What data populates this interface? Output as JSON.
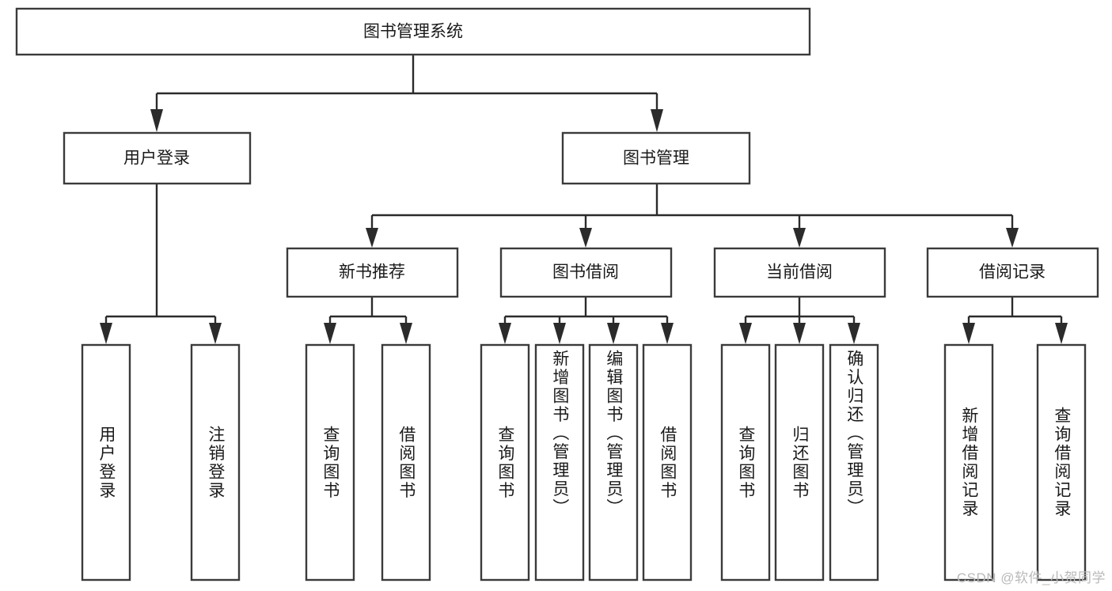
{
  "diagram": {
    "title": "图书管理系统",
    "type": "tree-hierarchy-diagram",
    "colors": {
      "box_stroke": "#3b3b3b",
      "connector": "#2b2b2b",
      "background": "#ffffff",
      "text": "#1a1a1a",
      "watermark": "#b9b9b9"
    },
    "root": {
      "label": "图书管理系统"
    },
    "level2": [
      {
        "label": "用户登录"
      },
      {
        "label": "图书管理"
      }
    ],
    "level3": [
      {
        "label": "新书推荐"
      },
      {
        "label": "图书借阅"
      },
      {
        "label": "当前借阅"
      },
      {
        "label": "借阅记录"
      }
    ],
    "leaves": {
      "user_login": [
        {
          "label": "用户登录"
        },
        {
          "label": "注销登录"
        }
      ],
      "new_book_recommend": [
        {
          "label": "查询图书"
        },
        {
          "label": "借阅图书"
        }
      ],
      "book_borrow": [
        {
          "label": "查询图书"
        },
        {
          "label": "新增图书（管理员）"
        },
        {
          "label": "编辑图书（管理员）"
        },
        {
          "label": "借阅图书"
        }
      ],
      "current_borrow": [
        {
          "label": "查询图书"
        },
        {
          "label": "归还图书"
        },
        {
          "label": "确认归还（管理员）"
        }
      ],
      "borrow_record": [
        {
          "label": "新增借阅记录"
        },
        {
          "label": "查询借阅记录"
        }
      ]
    },
    "watermark": "CSDN @软件_小贺同学"
  }
}
